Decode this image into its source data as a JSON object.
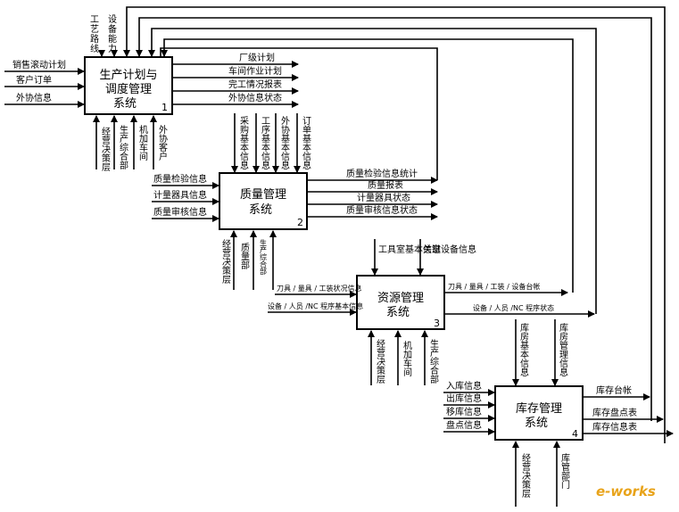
{
  "boxes": {
    "b1": {
      "l1": "生产计划与",
      "l2": "调度管理",
      "l3": "系统",
      "num": "1"
    },
    "b2": {
      "l1": "质量管理",
      "l2": "系统",
      "num": "2"
    },
    "b3": {
      "l1": "资源管理",
      "l2": "系统",
      "num": "3"
    },
    "b4": {
      "l1": "库存管理",
      "l2": "系统",
      "num": "4"
    }
  },
  "labels": {
    "top_craft": "工艺路线",
    "top_equip": "设备能力",
    "in1_sales": "销售滚动计划",
    "in1_order": "客户订单",
    "in1_outsource": "外协信息",
    "out1_factory": "厂级计划",
    "out1_workshop": "车间作业计划",
    "out1_finish": "完工情况报表",
    "out1_outsrc": "外协信息状态",
    "bot1_decision": "经营决策层",
    "bot1_prod": "生产综合部",
    "bot1_mach": "机加车间",
    "bot1_outcust": "外协客户",
    "top2_purchase": "采购基本信息",
    "top2_process": "工序基本信息",
    "top2_outsrc": "外协基本信息",
    "top2_order": "订单基本信息",
    "in2_inspect": "质量检验信息",
    "in2_meter": "计量器具信息",
    "in2_audit": "质量审核信息",
    "out2_stats": "质量检验信息统计",
    "out2_report": "质量报表",
    "out2_meter": "计量器具状态",
    "out2_audit": "质量审核信息状态",
    "bot2_decision": "经营决策层",
    "bot2_quality": "质量部",
    "bot2_prod": "生产综合部",
    "top3_tool": "工具室基本信息",
    "top3_keyequip": "关键设备信息",
    "in3_tools": "刀具 / 量具 / 工装状况信息",
    "in3_equip": "设备 / 人员 /NC 程序基本信息",
    "out3_ledger": "刀具 / 量具 / 工装 / 设备台帐",
    "out3_status": "设备 / 人员 /NC 程序状态",
    "bot3_decision": "经营决策层",
    "bot3_mach": "机加车间",
    "bot3_prod": "生产综合部",
    "top4_basic": "库房基本信息",
    "top4_mgmt": "库房管理信息",
    "in4_in": "入库信息",
    "in4_out": "出库信息",
    "in4_move": "移库信息",
    "in4_count": "盘点信息",
    "out4_ledger": "库存台帐",
    "out4_count": "库存盘点表",
    "out4_info": "库存信息表",
    "bot4_decision": "经营决策层",
    "bot4_dept": "库管部门"
  },
  "watermark": "e-works"
}
